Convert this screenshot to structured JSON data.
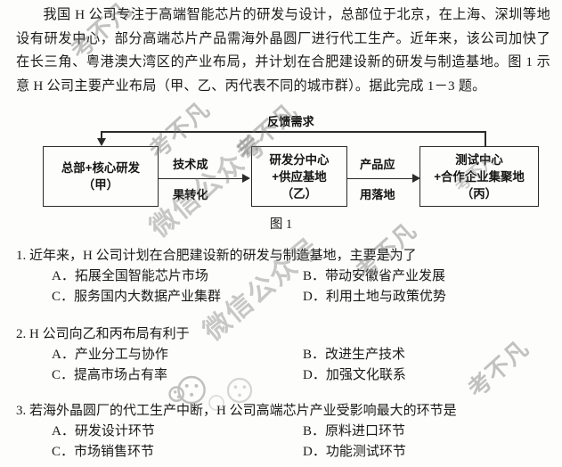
{
  "passage": {
    "indent": "　　",
    "text": "我国 H 公司专注于高端智能芯片的研发与设计，总部位于北京，在上海、深圳等地设有研发中心，部分高端芯片产品需海外晶圆厂进行代工生产。近年来，该公司加快了在长三角、粤港澳大湾区的产业布局，并计划在合肥建设新的研发与制造基地。图 1 示意 H 公司主要产业布局（甲、乙、丙代表不同的城市群）。据此完成 1－3 题。"
  },
  "diagram": {
    "caption": "图 1",
    "boxes": [
      {
        "id": "jia",
        "lines": [
          "总部+核心研发",
          "（甲）"
        ]
      },
      {
        "id": "yi",
        "lines": [
          "研发分中心",
          "+供应基地",
          "（乙）"
        ]
      },
      {
        "id": "bing",
        "lines": [
          "测试中心",
          "+合作企业集聚地",
          "（丙）"
        ]
      }
    ],
    "labels": {
      "feedback": "反馈需求",
      "tech_top": "技术成",
      "tech_bottom": "果转化",
      "product_top": "产品应",
      "product_bottom": "用落地"
    }
  },
  "questions": [
    {
      "number": "1.",
      "stem": "近年来，H 公司计划在合肥建设新的研发与制造基地，主要是为了",
      "options": [
        {
          "letter": "A．",
          "text": "拓展全国智能芯片市场"
        },
        {
          "letter": "B．",
          "text": "带动安徽省产业发展"
        },
        {
          "letter": "C．",
          "text": "服务国内大数据产业集群"
        },
        {
          "letter": "D．",
          "text": "利用土地与政策优势"
        }
      ]
    },
    {
      "number": "2.",
      "stem": "H 公司向乙和丙布局有利于",
      "options": [
        {
          "letter": "A．",
          "text": "产业分工与协作"
        },
        {
          "letter": "B．",
          "text": "改进生产技术"
        },
        {
          "letter": "C．",
          "text": "提高市场占有率"
        },
        {
          "letter": "D．",
          "text": "加强文化联系"
        }
      ]
    },
    {
      "number": "3.",
      "stem": "若海外晶圆厂的代工生产中断，H 公司高端芯片产业受影响最大的环节是",
      "options": [
        {
          "letter": "A．",
          "text": "研发设计环节"
        },
        {
          "letter": "B．",
          "text": "原料进口环节"
        },
        {
          "letter": "C．",
          "text": "市场销售环节"
        },
        {
          "letter": "D．",
          "text": "功能测试环节"
        }
      ]
    }
  ],
  "watermarks": {
    "brand": "考不凡",
    "channel": "微信公众号",
    "colors": {
      "ink": "#1a1a1a",
      "rule": "#2a2a2a",
      "paper": "#fdfdfb",
      "watermark": "#6e6e6e"
    }
  }
}
